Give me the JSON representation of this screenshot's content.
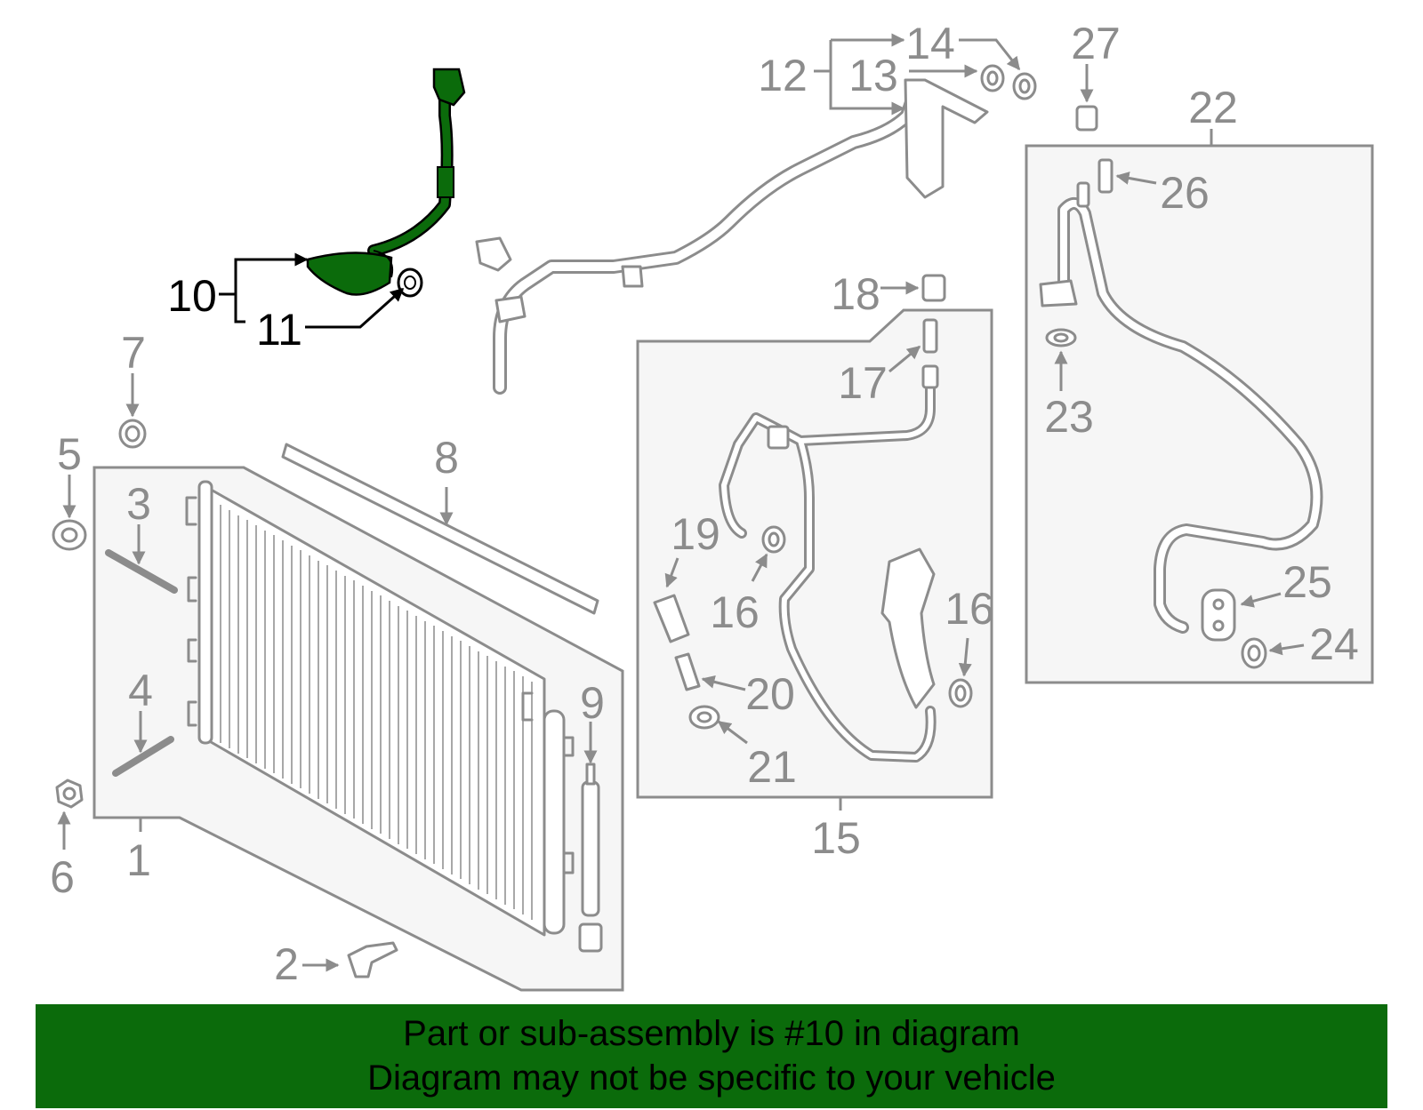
{
  "colors": {
    "part_gray": "#8c8c8c",
    "highlight_part": "#0b6b0b",
    "highlight_label": "#000000",
    "banner_background": "#0b6b0b",
    "panel_fill": "#f6f6f6"
  },
  "highlighted_part": "10",
  "callouts": {
    "c1": "1",
    "c2": "2",
    "c3": "3",
    "c4": "4",
    "c5": "5",
    "c6": "6",
    "c7": "7",
    "c8": "8",
    "c9": "9",
    "c10": "10",
    "c11": "11",
    "c12": "12",
    "c13": "13",
    "c14": "14",
    "c15": "15",
    "c16a": "16",
    "c16b": "16",
    "c17": "17",
    "c18": "18",
    "c19": "19",
    "c20": "20",
    "c21": "21",
    "c22": "22",
    "c23": "23",
    "c24": "24",
    "c25": "25",
    "c26": "26",
    "c27": "27"
  },
  "banner": {
    "line1": "Part or sub-assembly is #10 in diagram",
    "line2": "Diagram may not be specific to your vehicle"
  }
}
